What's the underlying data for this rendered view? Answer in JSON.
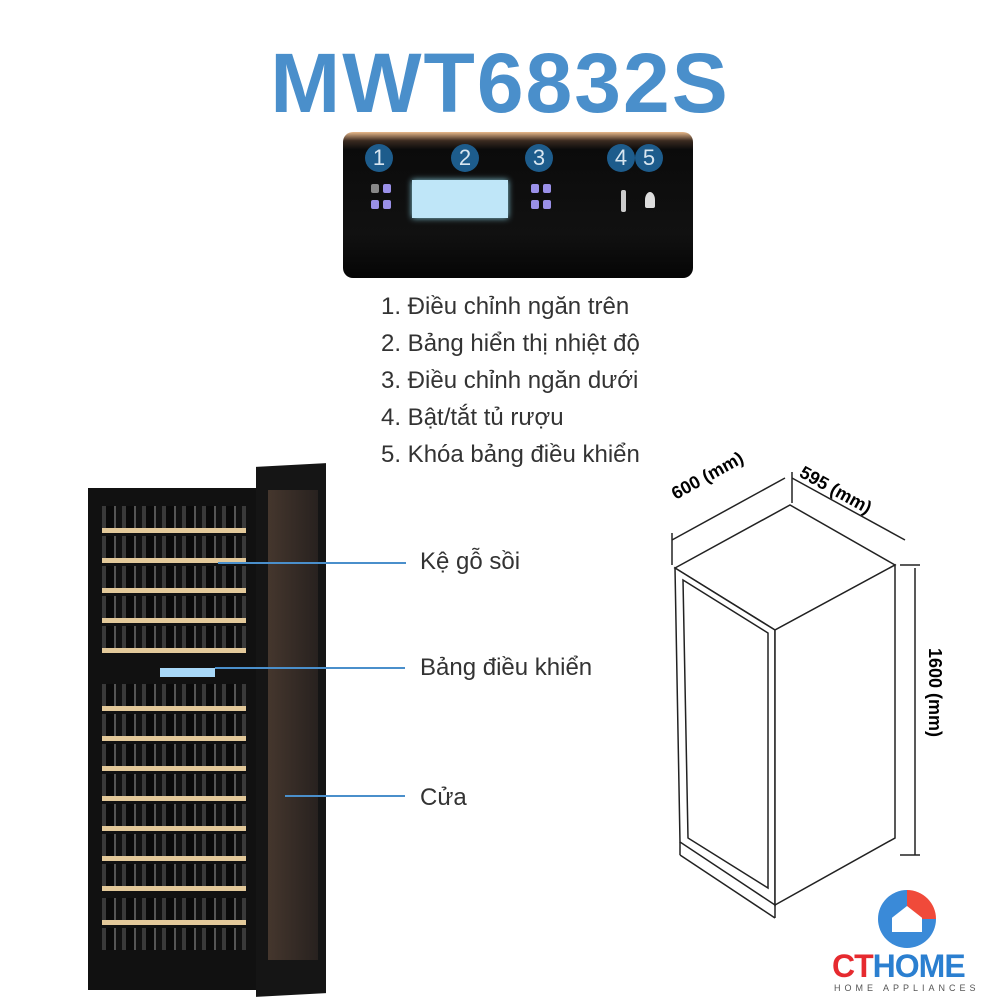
{
  "title": "MWT6832S",
  "panel": {
    "numbers": [
      "1",
      "2",
      "3",
      "4",
      "5"
    ]
  },
  "features": [
    "1. Điều chỉnh ngăn trên",
    "2. Bảng hiển thị nhiệt độ",
    "3. Điều chỉnh ngăn dưới",
    "4. Bật/tắt tủ rượu",
    "5. Khóa bảng điều khiển"
  ],
  "callouts": {
    "shelf": "Kệ gỗ sồi",
    "control": "Bảng điều khiển",
    "door": "Cửa"
  },
  "dimensions": {
    "width": "600 (mm)",
    "depth": "595 (mm)",
    "height": "1600 (mm)"
  },
  "logo": {
    "name_red": "CT",
    "name_blue": "HOME",
    "tagline": "HOME APPLIANCES"
  },
  "colors": {
    "accent": "#4a8fcb",
    "logo_red": "#e62a2f",
    "logo_blue": "#2b7fd0"
  }
}
